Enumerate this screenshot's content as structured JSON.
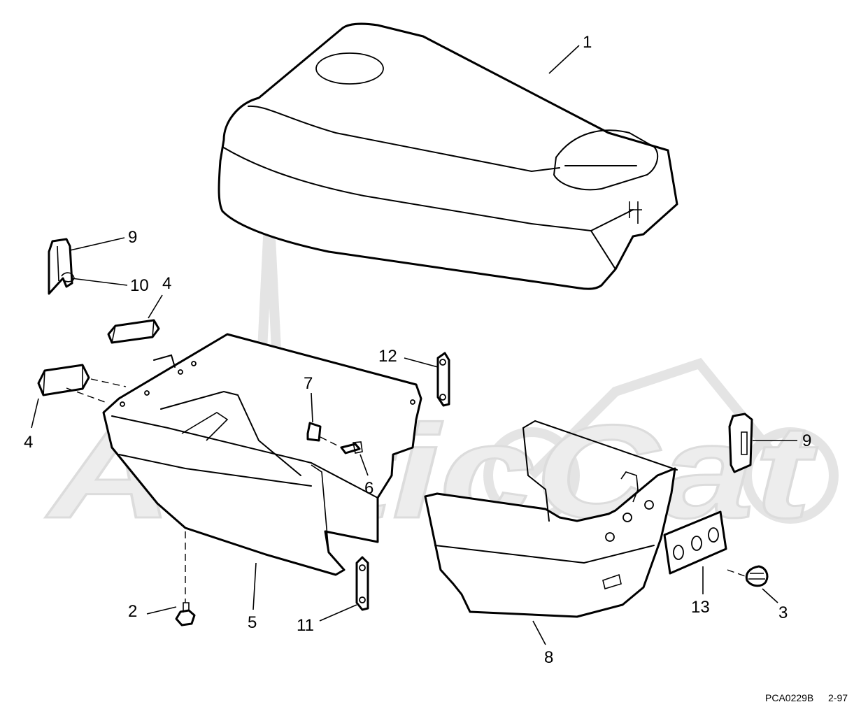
{
  "watermark": {
    "text": "ArcticCat"
  },
  "callouts": [
    {
      "id": "c1",
      "text": "1"
    },
    {
      "id": "c9a",
      "text": "9"
    },
    {
      "id": "c10",
      "text": "10"
    },
    {
      "id": "c4a",
      "text": "4"
    },
    {
      "id": "c4b",
      "text": "4"
    },
    {
      "id": "c12",
      "text": "12"
    },
    {
      "id": "c7",
      "text": "7"
    },
    {
      "id": "c6",
      "text": "6"
    },
    {
      "id": "c9b",
      "text": "9"
    },
    {
      "id": "c2",
      "text": "2"
    },
    {
      "id": "c5",
      "text": "5"
    },
    {
      "id": "c11",
      "text": "11"
    },
    {
      "id": "c8",
      "text": "8"
    },
    {
      "id": "c13",
      "text": "13"
    },
    {
      "id": "c3",
      "text": "3"
    }
  ],
  "footer": {
    "drawing_code": "PCA0229B",
    "revision": "2-97"
  },
  "colors": {
    "line": "#000000",
    "background": "#ffffff",
    "watermark": "#e8e8e8"
  }
}
